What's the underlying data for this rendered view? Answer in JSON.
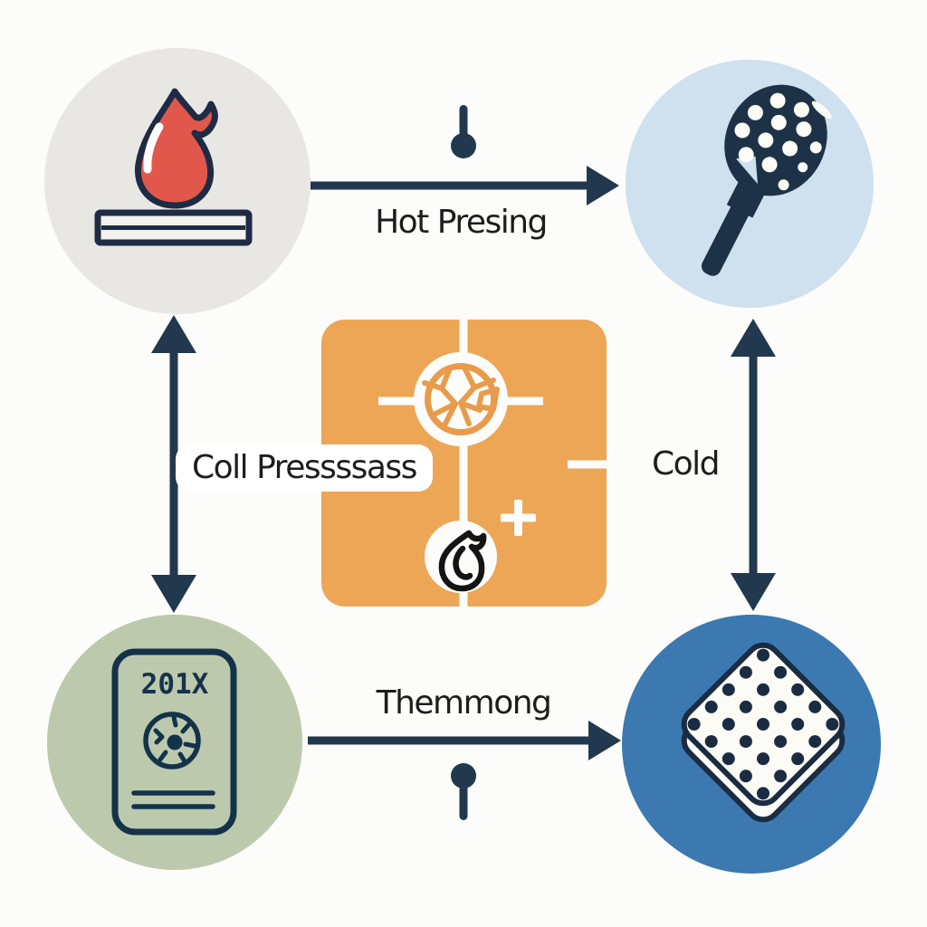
{
  "diagram": {
    "edge_labels": {
      "top": "Hot Presing",
      "bottom": "Themmong",
      "left": "Coll Pressssass",
      "right": "Cold"
    },
    "nodes": {
      "top_left": {
        "name": "flame-heat-press"
      },
      "top_right": {
        "name": "pickleball-paddle"
      },
      "bottom_left": {
        "name": "certificate-document",
        "year_text": "201X"
      },
      "bottom_right": {
        "name": "perforated-core-sheet"
      },
      "center": {
        "name": "cracked-core-plus-heat"
      }
    },
    "colors": {
      "arrow_navy": "#21384e",
      "flame_red": "#e2574c",
      "orange_square": "#eda656",
      "circle_top_left": "#e9e7e4",
      "circle_top_right": "#cfe0ee",
      "circle_bottom_left": "#bcc9ad",
      "circle_bottom_right": "#3b79b0"
    }
  }
}
